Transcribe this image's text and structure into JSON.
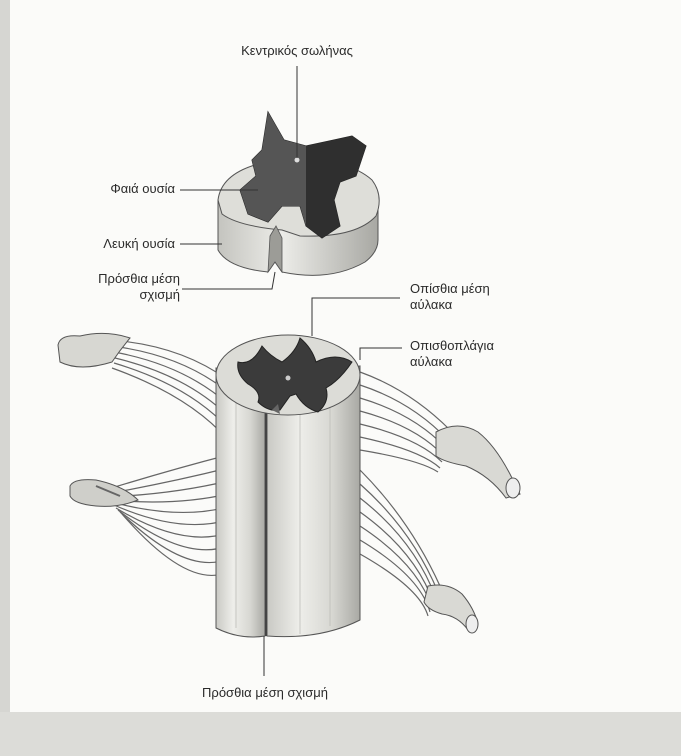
{
  "labels": {
    "central_canal": "Κεντρικός σωλήνας",
    "grey_matter": "Φαιά ουσία",
    "white_matter": "Λευκή ουσία",
    "anterior_median_fissure_line1": "Πρόσθια μέση",
    "anterior_median_fissure_line2": "σχισμή",
    "posterior_median_sulcus_line1": "Οπίσθια μέση",
    "posterior_median_sulcus_line2": "αύλακα",
    "posterolateral_sulcus_line1": "Οπισθοπλάγια",
    "posterolateral_sulcus_line2": "αύλακα",
    "anterior_median_fissure_bottom": "Πρόσθια μέση σχισμή"
  },
  "colors": {
    "paper": "#fbfbf9",
    "white_matter": "#e4e4e0",
    "white_matter_shade": "#b9b9b4",
    "grey_matter": "#3a3a3a",
    "line": "#333333"
  }
}
